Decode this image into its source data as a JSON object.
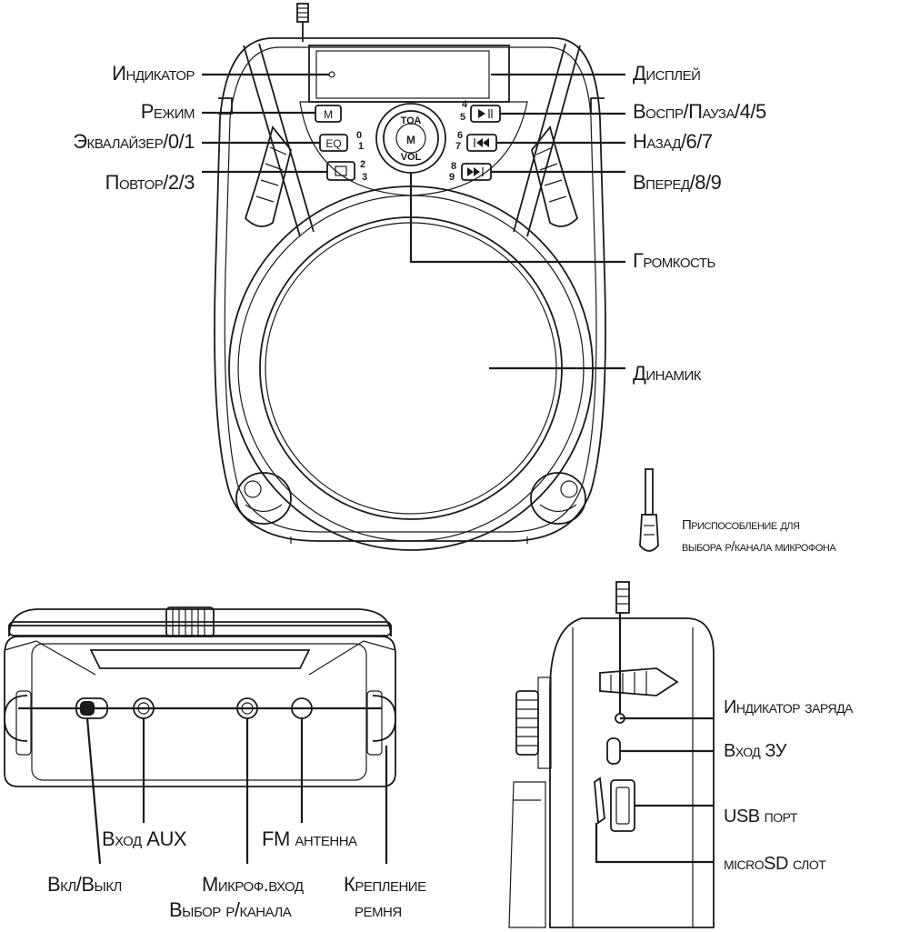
{
  "front_labels": {
    "indicator": "Индикатор",
    "mode": "Режим",
    "equalizer": "Эквалайзер/0/1",
    "repeat": "Повтор/2/3",
    "display": "Дисплей",
    "play_pause": "Воспр/Пауза/4/5",
    "back": "Назад/6/7",
    "forward": "Вперед/8/9",
    "volume": "Громкость",
    "speaker": "Динамик"
  },
  "tool_label": {
    "line1": "Приспособление для",
    "line2": "выбора р/канала микрофона"
  },
  "bottom_labels": {
    "aux_in": "Вход AUX",
    "fm_antenna": "FM антенна",
    "power": "Вкл/Выкл",
    "mic_in": "Микроф.вход",
    "channel_select": "Выбор р/канала",
    "strap_mount_line1": "Крепление",
    "strap_mount_line2": "ремня"
  },
  "side_labels": {
    "charge_indicator": "Индикатор заряда",
    "charger_in": "Вход ЗУ",
    "usb_port": "USB порт",
    "microsd_slot": "microSD слот"
  },
  "device_markings": {
    "mode_button": "M",
    "eq_button": "EQ",
    "knob_top": "ТОА",
    "knob_bottom": "VOL",
    "digits": [
      "0",
      "1",
      "2",
      "3",
      "4",
      "5",
      "6",
      "7",
      "8",
      "9"
    ]
  }
}
